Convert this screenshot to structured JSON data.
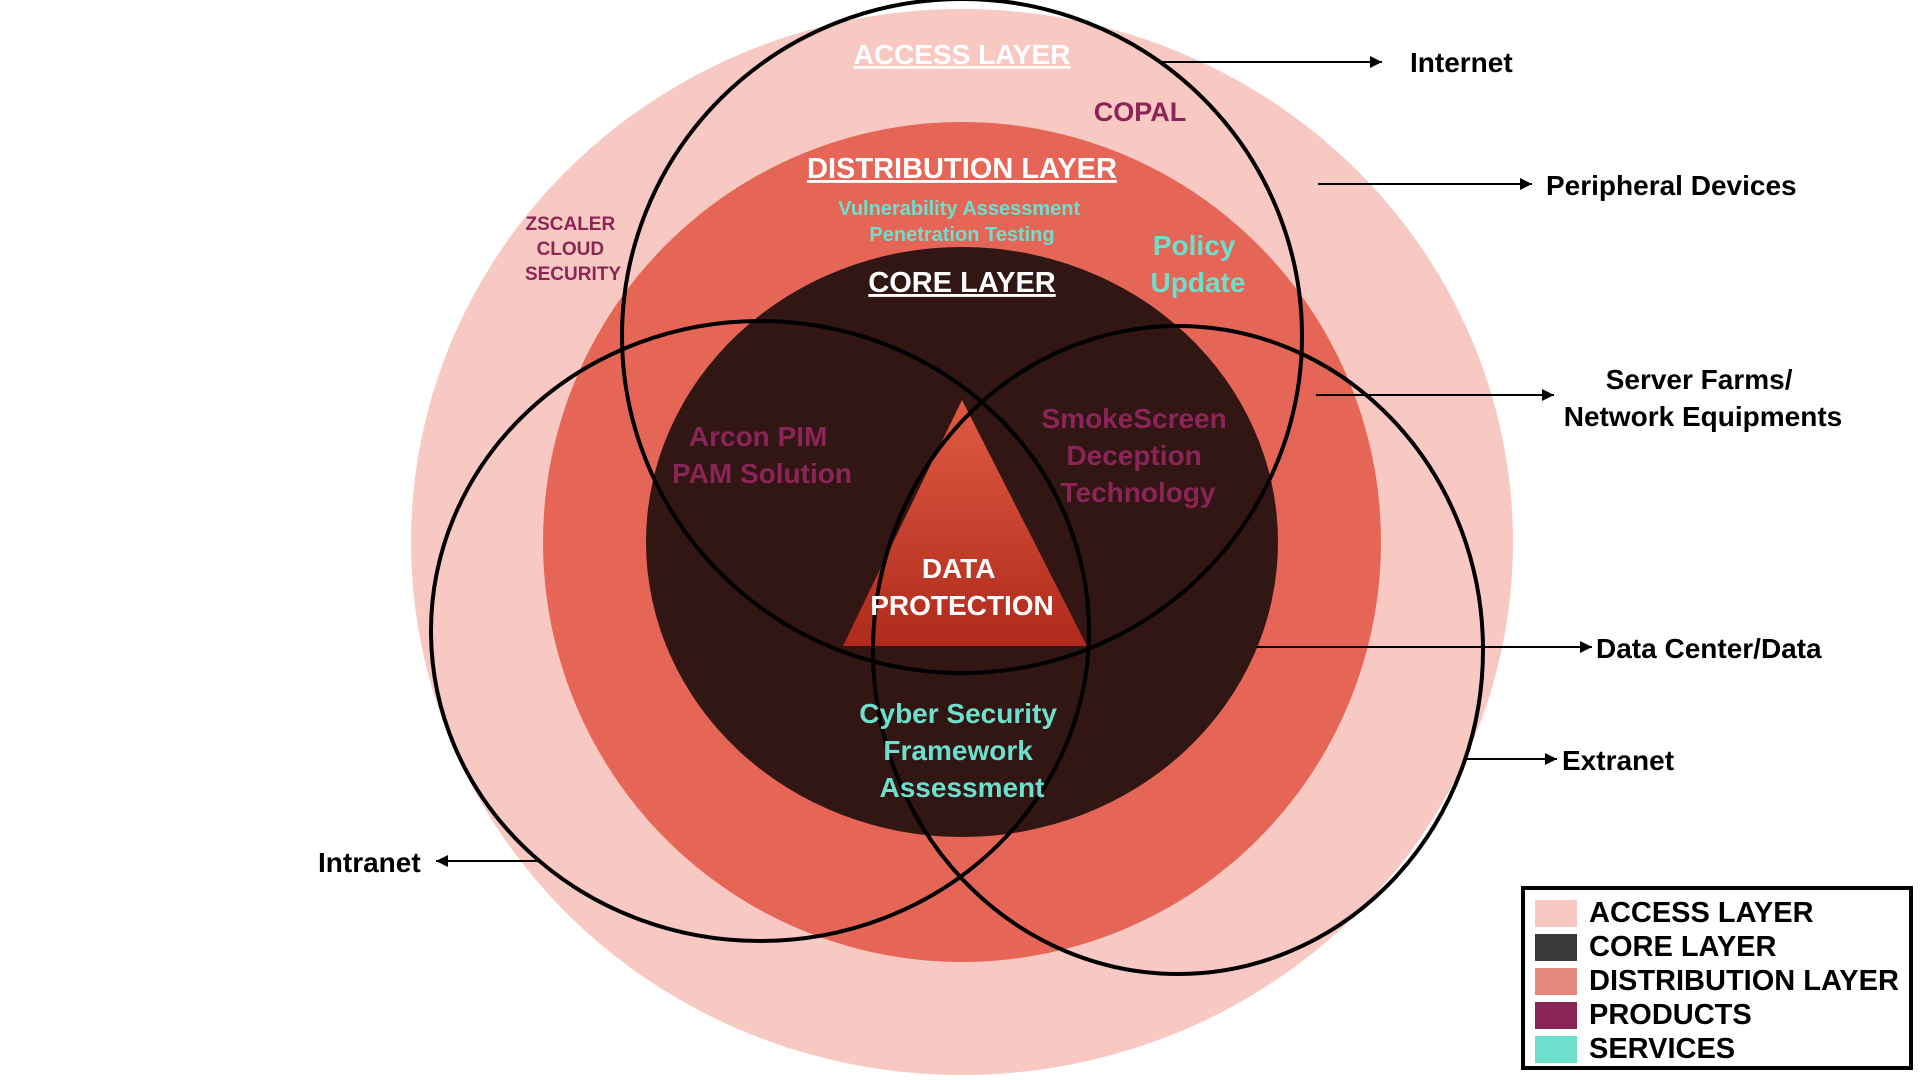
{
  "colors": {
    "access_layer": "#f8c9c2",
    "distribution_layer": "#e56656",
    "core_layer": "#311614",
    "products": "#8c2557",
    "services": "#6ce0cc",
    "triangle_top": "#e05a42",
    "triangle_bottom": "#b02a1c",
    "outline": "#000000",
    "white_text": "#ffffff"
  },
  "layers": {
    "access": "ACCESS LAYER",
    "distribution": "DISTRIBUTION LAYER",
    "core": "CORE LAYER"
  },
  "center": {
    "line1": "DATA",
    "line2": "PROTECTION"
  },
  "products": {
    "copal": "COPAL",
    "zscaler": [
      "ZSCALER",
      "CLOUD",
      "SECURITY"
    ],
    "arcon": [
      "Arcon PIM",
      "PAM Solution"
    ],
    "smokescreen": [
      "SmokeScreen",
      "Deception",
      "Technology"
    ]
  },
  "services": {
    "vapt": [
      "Vulnerability Assessment",
      "Penetration Testing"
    ],
    "policy": [
      "Policy",
      "Update"
    ],
    "csf": [
      "Cyber Security",
      "Framework",
      "Assessment"
    ]
  },
  "network_labels": {
    "internet": "Internet",
    "peripheral": "Peripheral Devices",
    "server_farms": [
      "Server Farms/",
      "Network Equipments"
    ],
    "data_center": "Data Center/Data",
    "extranet": "Extranet",
    "intranet": "Intranet"
  },
  "legend": [
    {
      "label": "ACCESS LAYER",
      "color": "#f8c9c2"
    },
    {
      "label": "CORE LAYER",
      "color": "#3a3a3a"
    },
    {
      "label": "DISTRIBUTION LAYER",
      "color": "#e5877a"
    },
    {
      "label": "PRODUCTS",
      "color": "#8c2557"
    },
    {
      "label": "SERVICES",
      "color": "#6ce0cc"
    }
  ]
}
